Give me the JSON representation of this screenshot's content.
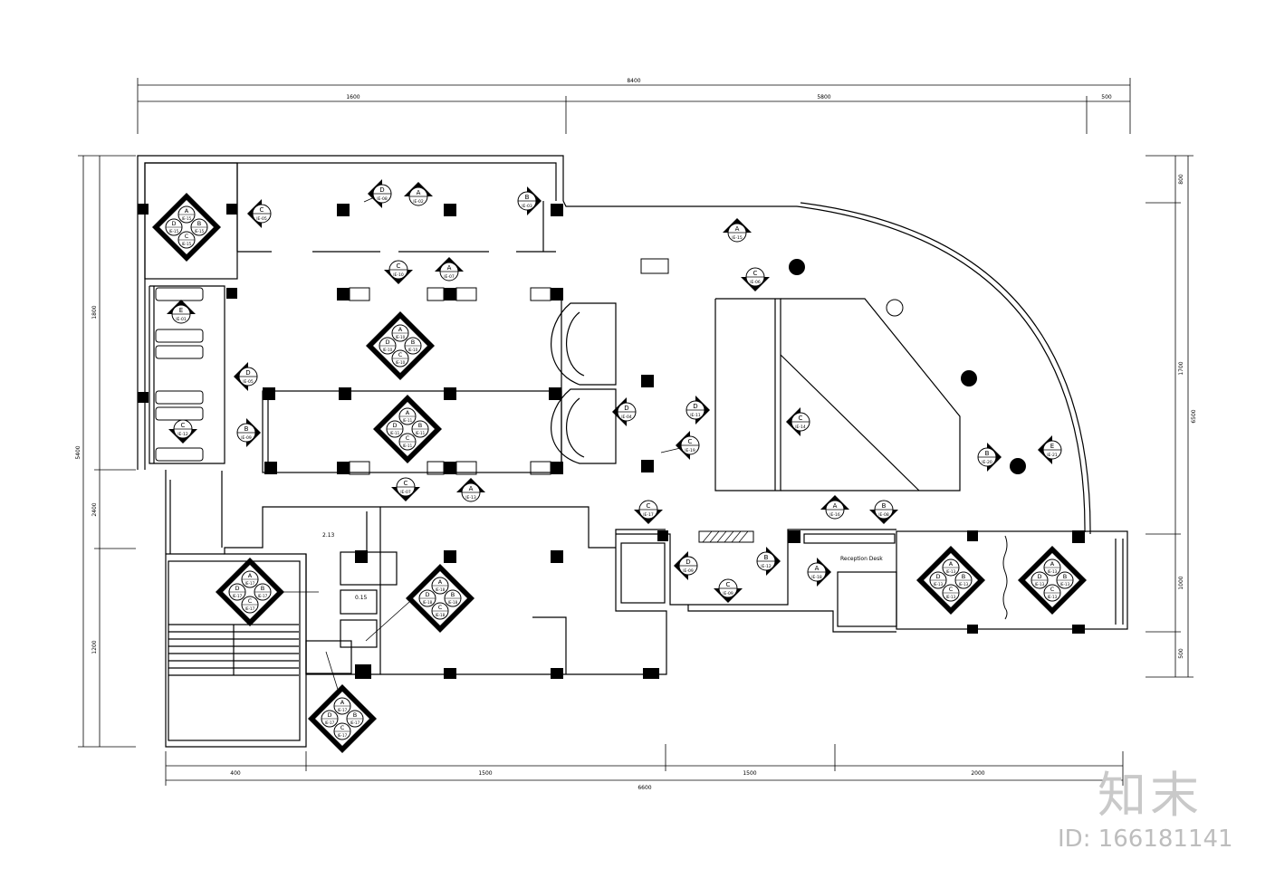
{
  "drawing": {
    "dimensions": {
      "top_total": "8400",
      "top_segments": [
        "1600",
        "5800",
        "500"
      ],
      "bottom_total": "6600",
      "bottom_segments": [
        "400",
        "1500",
        "1500",
        "2000"
      ],
      "left_total": "5400",
      "left_segments": [
        "1800",
        "2400",
        "1200"
      ],
      "right_total": "6500",
      "right_segments": [
        "800",
        "1700",
        "1000",
        "500"
      ]
    },
    "room_labels": {
      "small_room": "2.13",
      "closet": "0.15",
      "counter": "Reception Desk"
    },
    "elevation_markers": [
      {
        "letter": "A",
        "ref": "IE-02"
      },
      {
        "letter": "B",
        "ref": "IE-03"
      },
      {
        "letter": "C",
        "ref": "IE-05"
      },
      {
        "letter": "A",
        "ref": "IE-07"
      },
      {
        "letter": "C",
        "ref": "IE-10"
      },
      {
        "letter": "D",
        "ref": "IE-08"
      },
      {
        "letter": "D",
        "ref": "IE-11"
      },
      {
        "letter": "C",
        "ref": "IE-12"
      },
      {
        "letter": "B",
        "ref": "IE-09"
      },
      {
        "letter": "C",
        "ref": "IE-07"
      },
      {
        "letter": "A",
        "ref": "IE-13"
      },
      {
        "letter": "A",
        "ref": "IE-15"
      },
      {
        "letter": "C",
        "ref": "IE-06"
      },
      {
        "letter": "D",
        "ref": "IE-04"
      },
      {
        "letter": "D",
        "ref": "IE-05"
      },
      {
        "letter": "A",
        "ref": "IE-16"
      },
      {
        "letter": "C",
        "ref": "IE-14"
      },
      {
        "letter": "E",
        "ref": "IE-01"
      },
      {
        "letter": "B",
        "ref": "IE-08"
      },
      {
        "letter": "C",
        "ref": "IE-17"
      },
      {
        "letter": "D",
        "ref": "IE-09"
      },
      {
        "letter": "C",
        "ref": "IE-09"
      },
      {
        "letter": "B",
        "ref": "IE-12"
      },
      {
        "letter": "A",
        "ref": "IE-18"
      },
      {
        "letter": "C",
        "ref": "IE-19"
      },
      {
        "letter": "B",
        "ref": "IE-20"
      },
      {
        "letter": "E",
        "ref": "IE-21"
      }
    ],
    "quad_markers": [
      {
        "A": "IE-15",
        "B": "IE-15",
        "C": "IE-15",
        "D": "IE-15"
      },
      {
        "A": "IE-10",
        "B": "IE-10",
        "C": "IE-10",
        "D": "IE-10"
      },
      {
        "A": "IE-11",
        "B": "IE-11",
        "C": "IE-11",
        "D": "IE-11"
      },
      {
        "A": "IE-17",
        "B": "IE-17",
        "C": "IE-17",
        "D": "IE-17"
      },
      {
        "A": "IE-18",
        "B": "IE-18",
        "C": "IE-18",
        "D": "IE-18"
      },
      {
        "A": "IE-17",
        "B": "IE-17",
        "C": "IE-17",
        "D": "IE-17"
      },
      {
        "A": "IE-13",
        "B": "IE-13",
        "C": "IE-13",
        "D": "IE-13"
      },
      {
        "A": "IE-13",
        "B": "IE-13",
        "C": "IE-13",
        "D": "IE-13"
      }
    ]
  },
  "watermark": {
    "brand": "知末",
    "id_text": "ID: 166181141"
  }
}
